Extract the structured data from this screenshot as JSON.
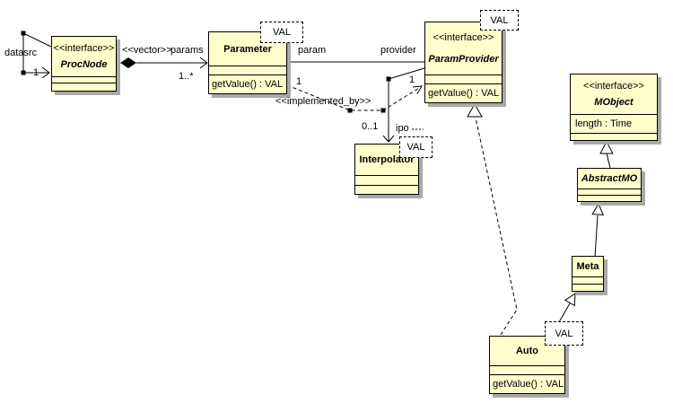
{
  "colors": {
    "class_fill": "#ffffcc",
    "shadow_color": "#a9a9a9"
  },
  "classes": {
    "procnode": {
      "stereotype": "<<interface>>",
      "name": "ProcNode"
    },
    "parameter": {
      "name": "Parameter",
      "ops": "getValue() : VAL",
      "template": "VAL"
    },
    "paramprovider": {
      "stereotype": "<<interface>>",
      "name": "ParamProvider",
      "ops": "getValue() : VAL",
      "template": "VAL"
    },
    "interpolator": {
      "name": "Interpolator",
      "template": "VAL"
    },
    "mobject": {
      "stereotype": "<<interface>>",
      "name": "MObject",
      "attr": "length : Time"
    },
    "abstractmo": {
      "name": "AbstractMO"
    },
    "meta": {
      "name": "Meta"
    },
    "auto": {
      "name": "Auto",
      "ops": "getValue() : VAL",
      "template": "VAL"
    }
  },
  "labels": {
    "datasrc": "datasrc",
    "datasrc_mult": "1",
    "vector": "<<vector>>",
    "params": "params",
    "params_mult": "1..*",
    "param": "param",
    "provider": "provider",
    "impl_mult_left": "1",
    "impl_mult_right": "1",
    "implemented_by": "<<implemented_by>>",
    "ipo_mult": "0..1",
    "ipo": "ipo"
  }
}
